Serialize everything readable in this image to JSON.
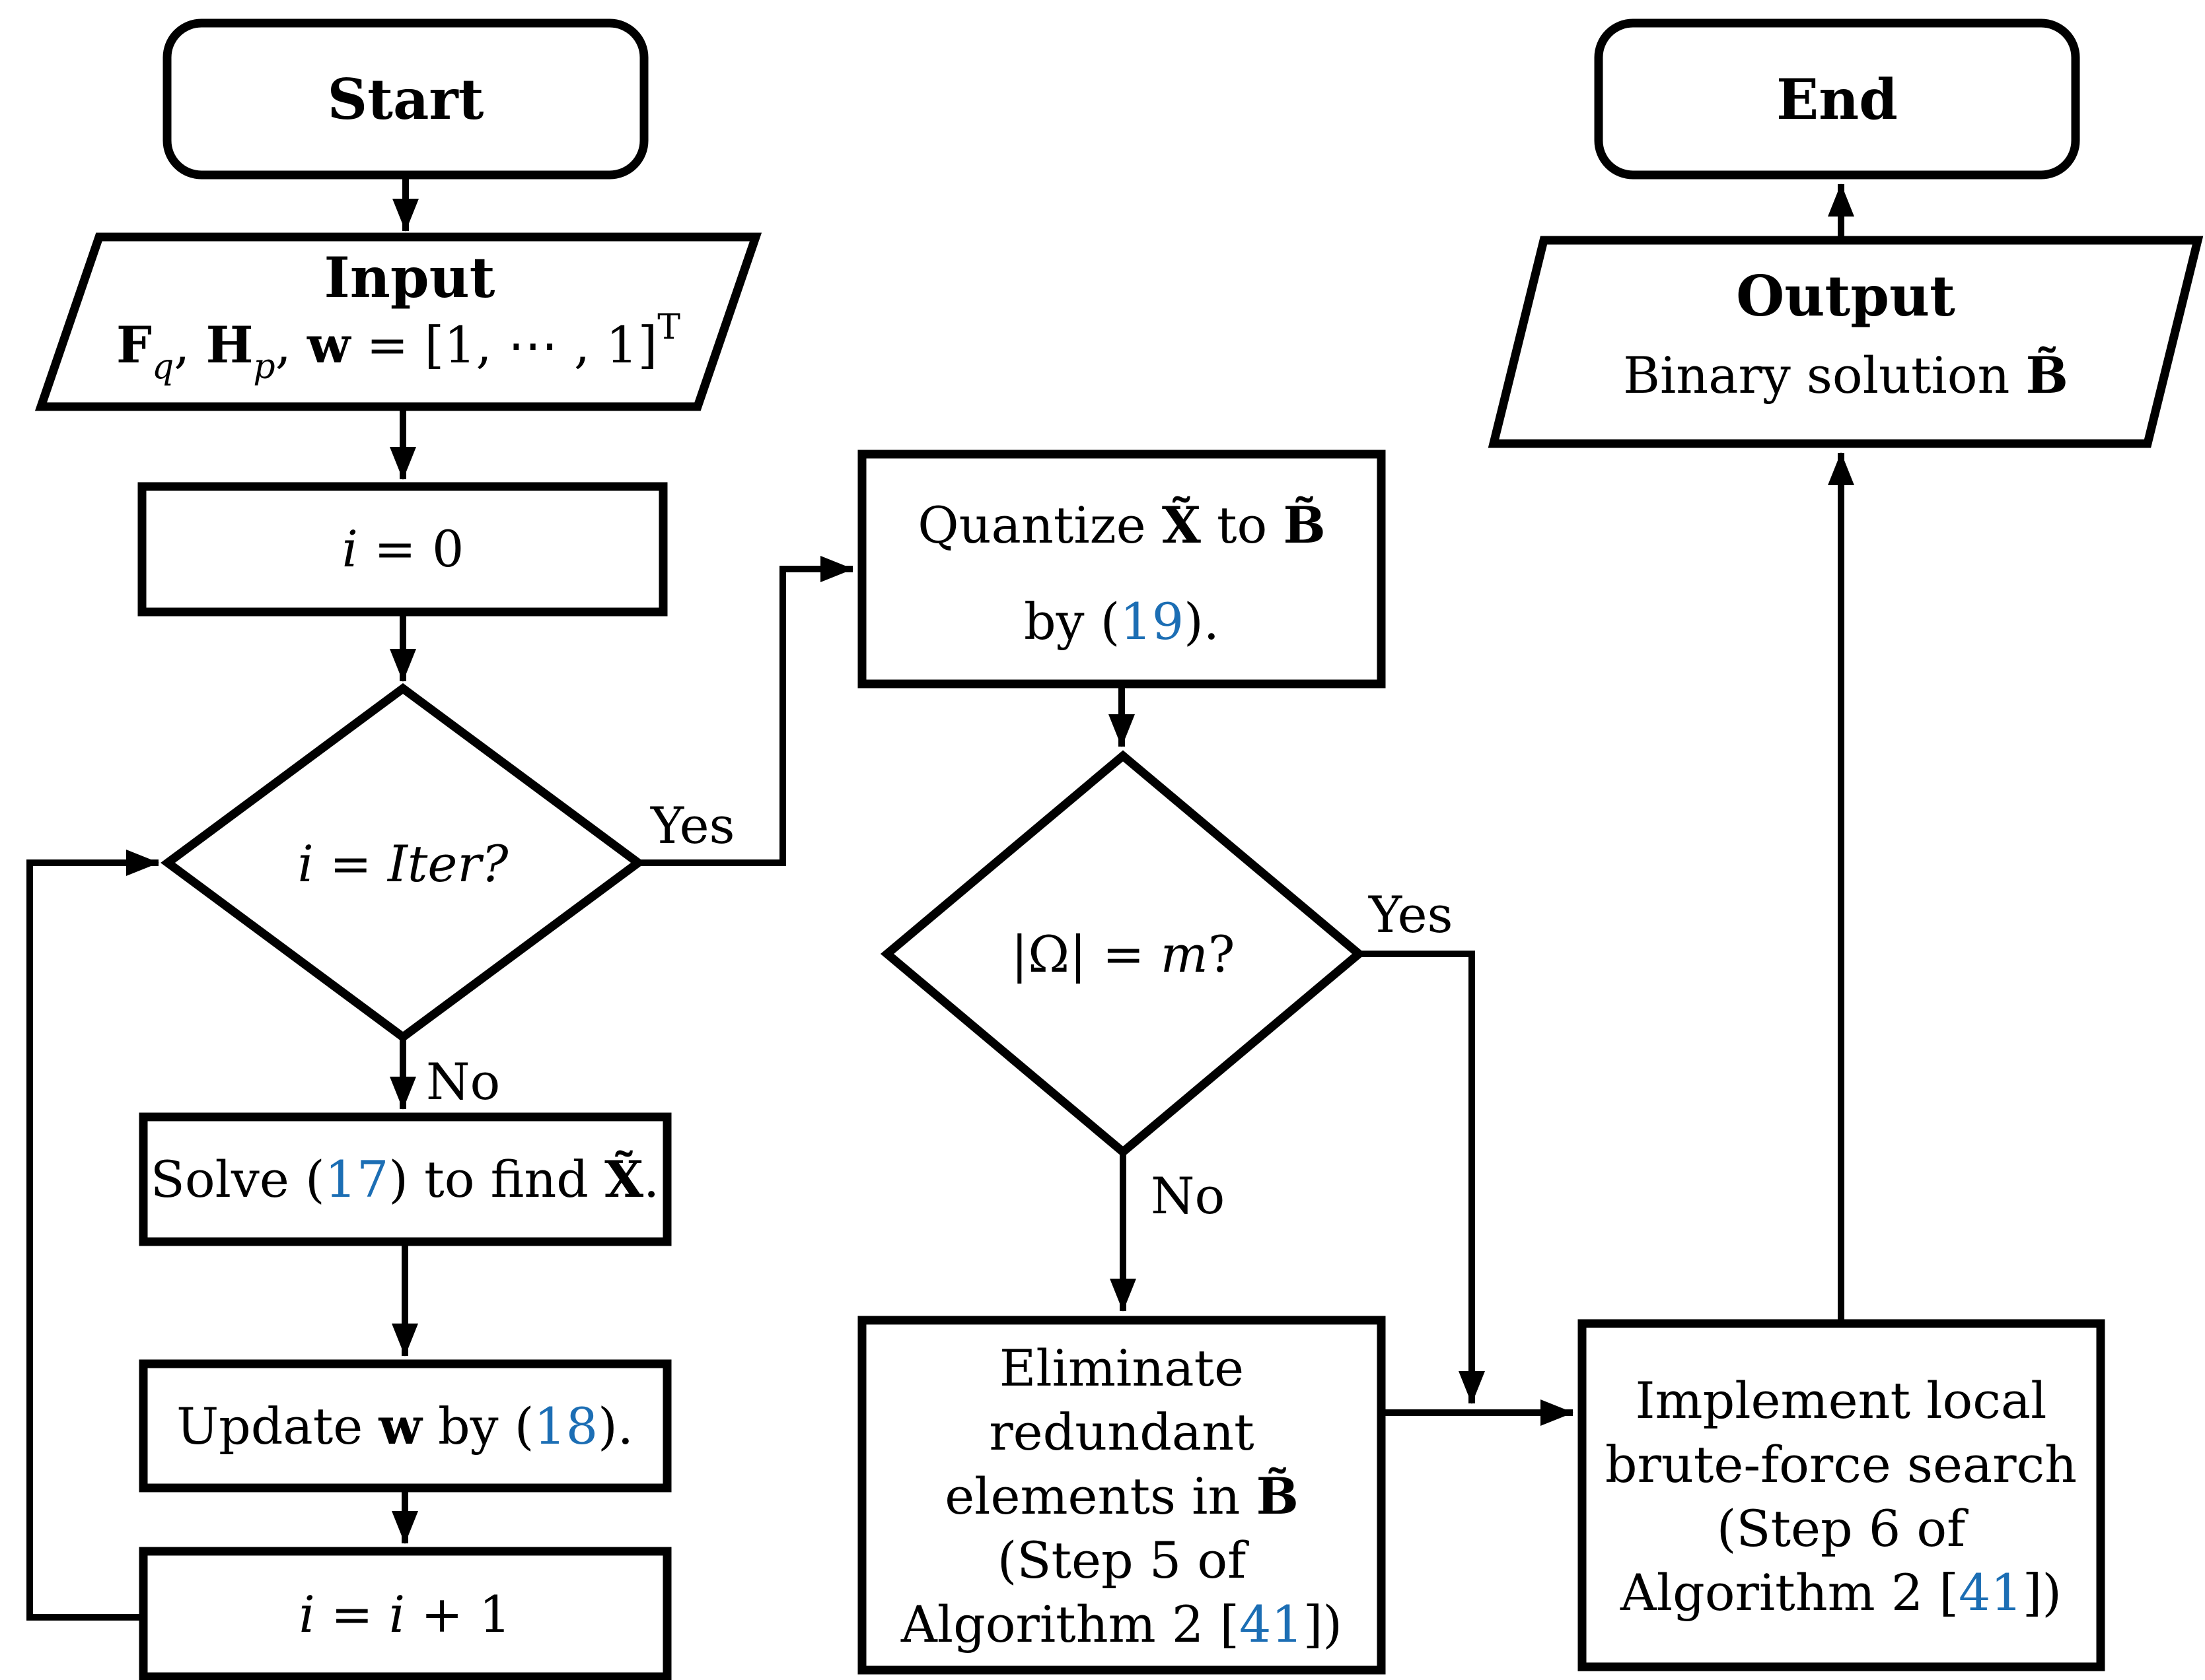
{
  "colors": {
    "background": "#ffffff",
    "ink": "#000000",
    "reference_blue": "#1c6eb4"
  },
  "nodes": {
    "start": {
      "label": "Start"
    },
    "input": {
      "title": "Input",
      "formula": [
        "F",
        "q",
        ", ",
        "H",
        "p",
        ", ",
        "w",
        " = [1, ⋯ , 1]",
        "T"
      ]
    },
    "init": {
      "segments": [
        "i",
        " = 0"
      ]
    },
    "iter_decision": {
      "segments": [
        "i",
        " = ",
        "Iter?"
      ]
    },
    "solve": {
      "segments": [
        "Solve (",
        "17",
        ") to find ",
        "X̃",
        "."
      ]
    },
    "update": {
      "segments": [
        "Update ",
        "w",
        " by (",
        "18",
        ")."
      ]
    },
    "increment": {
      "segments": [
        "i",
        " = ",
        "i",
        " + 1"
      ]
    },
    "quantize": {
      "line1": [
        "Quantize ",
        "X̃",
        " to ",
        "B̃"
      ],
      "line2": [
        "by (",
        "19",
        ")."
      ]
    },
    "omega_decision": {
      "segments": [
        "|Ω| = ",
        "m",
        "?"
      ]
    },
    "eliminate": {
      "line1": "Eliminate",
      "line2": "redundant",
      "line3": [
        "elements in ",
        "B̃"
      ],
      "line4": "(Step 5 of",
      "line5": [
        "Algorithm 2 [",
        "41",
        "])"
      ]
    },
    "brute_force": {
      "line1": "Implement local",
      "line2": "brute-force search",
      "line3": "(Step 6 of",
      "line4": [
        "Algorithm 2 [",
        "41",
        "])"
      ]
    },
    "output": {
      "title": "Output",
      "line2": [
        "Binary solution ",
        "B̃"
      ]
    },
    "end": {
      "label": "End"
    }
  },
  "edge_labels": {
    "iter_yes": "Yes",
    "iter_no": "No",
    "omega_yes": "Yes",
    "omega_no": "No"
  }
}
